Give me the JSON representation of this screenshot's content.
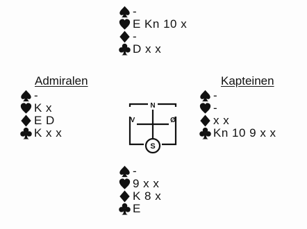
{
  "north": {
    "spades": "-",
    "hearts": "E Kn 10 x",
    "diamonds": "-",
    "clubs": "D x x"
  },
  "west": {
    "name": "Admiralen",
    "spades": "-",
    "hearts": "K x",
    "diamonds": "E D",
    "clubs": "K x x"
  },
  "east": {
    "name": "Kapteinen",
    "spades": "-",
    "hearts": "-",
    "diamonds": "x x",
    "clubs": "Kn 10 9 x x"
  },
  "south": {
    "spades": "-",
    "hearts": "9 x x",
    "diamonds": "K 8 x",
    "clubs": "E"
  },
  "compass": {
    "north": "N",
    "west": "V",
    "east": "Ø",
    "south": "S"
  },
  "icons": {
    "spades": "spade-icon",
    "hearts": "heart-icon",
    "diamonds": "diamond-icon",
    "clubs": "club-icon"
  }
}
